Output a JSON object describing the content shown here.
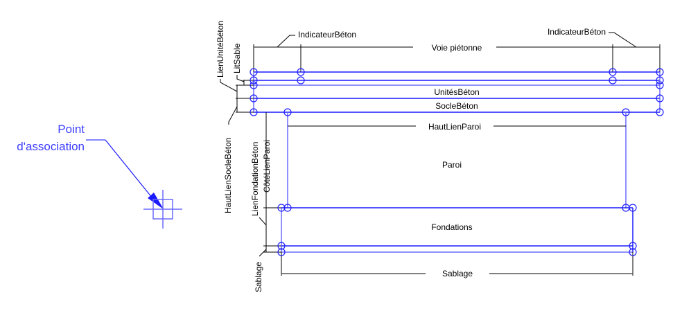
{
  "diagram": {
    "association_point": {
      "label_line1": "Point",
      "label_line2": "d'association",
      "icon": "crosshair-square-icon",
      "color": "#3c3cff"
    },
    "horizontal_labels": {
      "indicateur_left": "IndicateurBéton",
      "indicateur_right": "IndicateurBéton",
      "voie_pietonne": "Voie piétonne",
      "unites_beton": "UnitésBéton",
      "socle_beton": "SocleBéton",
      "haut_lien_paroi": "HautLienParoi",
      "paroi": "Paroi",
      "fondations": "Fondations",
      "sablage_bottom": "Sablage"
    },
    "vertical_labels": {
      "lien_unite_beton": "LienUnitéBéton",
      "lit_sable": "LitSable",
      "haut_lien_socle_beton": "HautLienSocleBéton",
      "lien_fondation_beton": "LienFondationBéton",
      "cote_lien_paroi": "CôtéLienParoi",
      "sablage_left": "Sablage"
    },
    "colors": {
      "geometry": "#1a1aff",
      "dimension": "#000000",
      "label": "#000000"
    }
  }
}
